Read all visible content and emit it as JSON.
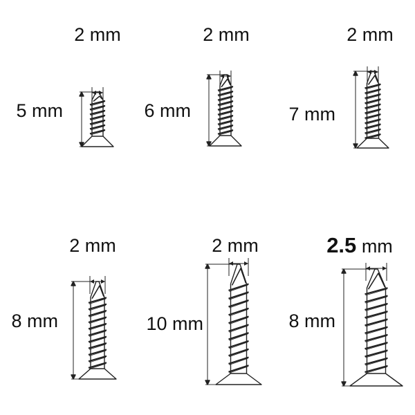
{
  "screws": [
    {
      "diameter_value": "2",
      "diameter_unit": "mm",
      "diameter_bold": false,
      "length_value": "5",
      "length_unit": "mm"
    },
    {
      "diameter_value": "2",
      "diameter_unit": "mm",
      "diameter_bold": false,
      "length_value": "6",
      "length_unit": "mm"
    },
    {
      "diameter_value": "2",
      "diameter_unit": "mm",
      "diameter_bold": false,
      "length_value": "7",
      "length_unit": "mm"
    },
    {
      "diameter_value": "2",
      "diameter_unit": "mm",
      "diameter_bold": false,
      "length_value": "8",
      "length_unit": "mm"
    },
    {
      "diameter_value": "2",
      "diameter_unit": "mm",
      "diameter_bold": false,
      "length_value": "10",
      "length_unit": "mm"
    },
    {
      "diameter_value": "2.5",
      "diameter_unit": "mm",
      "diameter_bold": true,
      "length_value": "8",
      "length_unit": "mm"
    }
  ],
  "colors": {
    "background": "#ffffff",
    "line": "#222222",
    "text": "#111111"
  }
}
